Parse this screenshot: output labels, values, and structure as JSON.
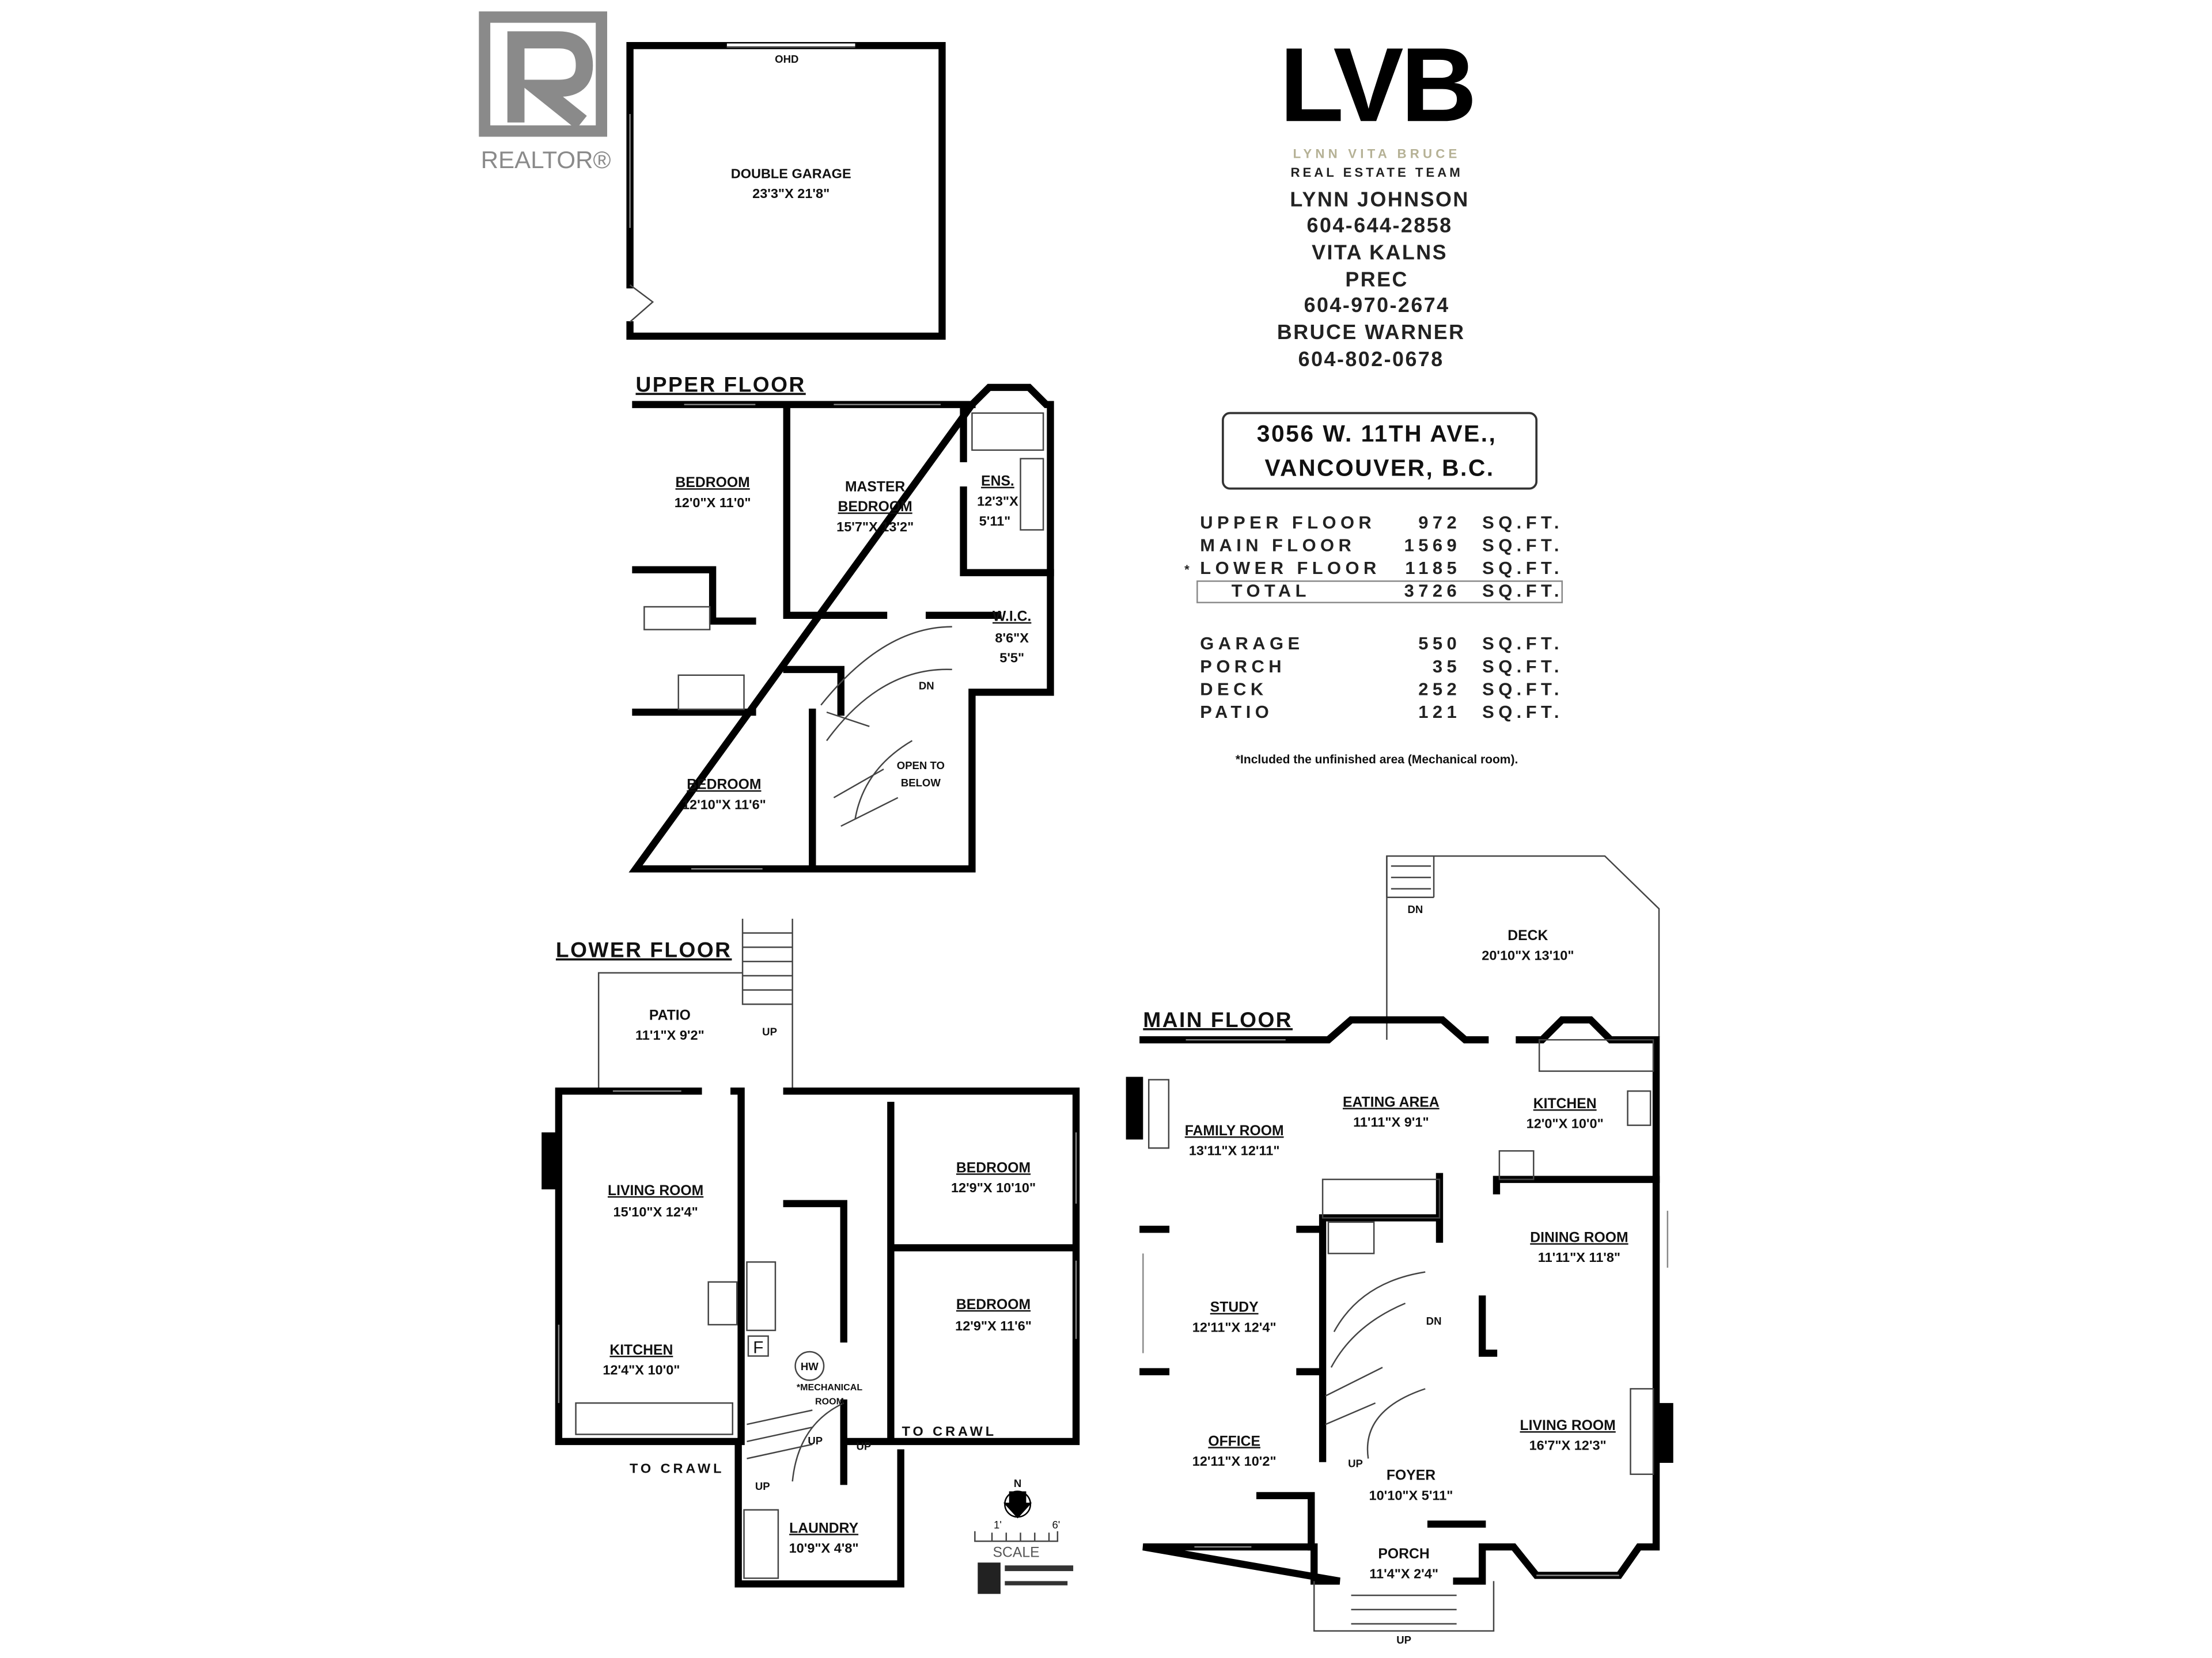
{
  "realtor_logo": {
    "text": "REALTOR®",
    "color": "#8a8a8a"
  },
  "agency_logo": {
    "mark": "LVB",
    "names": "LYNN VITA BRUCE",
    "subtitle": "REAL ESTATE TEAM",
    "accent": "#b5b195"
  },
  "contacts": [
    "LYNN JOHNSON",
    "604-644-2858",
    "VITA KALNS",
    "PREC",
    "604-970-2674",
    "BRUCE WARNER",
    "604-802-0678"
  ],
  "address": {
    "line1": "3056 W. 11TH AVE.,",
    "line2": "VANCOUVER, B.C."
  },
  "area_summary": {
    "unit": "SQ.FT.",
    "floors": [
      {
        "label": "UPPER FLOOR",
        "value": "972"
      },
      {
        "label": "MAIN FLOOR",
        "value": "1569"
      },
      {
        "label": "LOWER FLOOR",
        "value": "1185",
        "asterisk": "*"
      }
    ],
    "total": {
      "label": "TOTAL",
      "value": "3726"
    },
    "other": [
      {
        "label": "GARAGE",
        "value": "550"
      },
      {
        "label": "PORCH",
        "value": "35"
      },
      {
        "label": "DECK",
        "value": "252"
      },
      {
        "label": "PATIO",
        "value": "121"
      }
    ],
    "note": "*Included the unfinished area (Mechanical room)."
  },
  "garage": {
    "name": "DOUBLE GARAGE",
    "dims": "23'3\"X 21'8\"",
    "door": "OHD"
  },
  "upper_floor": {
    "title": "UPPER FLOOR",
    "rooms": [
      {
        "name": "BEDROOM",
        "dims": "12'0\"X 11'0\""
      },
      {
        "name": "MASTER",
        "name2": "BEDROOM",
        "dims": "15'7\"X 13'2\""
      },
      {
        "name": "ENS.",
        "dims": "12'3\"X",
        "dims2": "5'11\""
      },
      {
        "name": "W.I.C.",
        "dims": "8'6\"X",
        "dims2": "5'5\""
      },
      {
        "name": "BEDROOM",
        "dims": "12'10\"X 11'6\""
      }
    ],
    "stair": "DN",
    "open": [
      "OPEN TO",
      "BELOW"
    ]
  },
  "lower_floor": {
    "title": "LOWER FLOOR",
    "rooms": [
      {
        "name": "PATIO",
        "dims": "11'1\"X 9'2\""
      },
      {
        "name": "LIVING ROOM",
        "dims": "15'10\"X 12'4\""
      },
      {
        "name": "KITCHEN",
        "dims": "12'4\"X 10'0\""
      },
      {
        "name": "BEDROOM",
        "dims": "12'9\"X 10'10\""
      },
      {
        "name": "BEDROOM",
        "dims": "12'9\"X 11'6\""
      },
      {
        "name": "LAUNDRY",
        "dims": "10'9\"X 4'8\""
      }
    ],
    "mechanical": [
      "*MECHANICAL",
      "ROOM"
    ],
    "hw": "HW",
    "furnace": "F",
    "up": "UP",
    "to_crawl": "TO CRAWL"
  },
  "main_floor": {
    "title": "MAIN FLOOR",
    "rooms": [
      {
        "name": "DECK",
        "dims": "20'10\"X 13'10\""
      },
      {
        "name": "FAMILY ROOM",
        "dims": "13'11\"X 12'11\""
      },
      {
        "name": "EATING AREA",
        "dims": "11'11\"X 9'1\""
      },
      {
        "name": "KITCHEN",
        "dims": "12'0\"X 10'0\""
      },
      {
        "name": "DINING ROOM",
        "dims": "11'11\"X 11'8\""
      },
      {
        "name": "STUDY",
        "dims": "12'11\"X 12'4\""
      },
      {
        "name": "OFFICE",
        "dims": "12'11\"X 10'2\""
      },
      {
        "name": "FOYER",
        "dims": "10'10\"X 5'11\""
      },
      {
        "name": "LIVING ROOM",
        "dims": "16'7\"X 12'3\""
      },
      {
        "name": "PORCH",
        "dims": "11'4\"X 2'4\""
      }
    ],
    "dn": "DN",
    "up": "UP"
  },
  "legend": {
    "north": "N",
    "scale_min": "1'",
    "scale_max": "6'",
    "scale_label": "SCALE",
    "icon": "north-arrow-icon"
  }
}
